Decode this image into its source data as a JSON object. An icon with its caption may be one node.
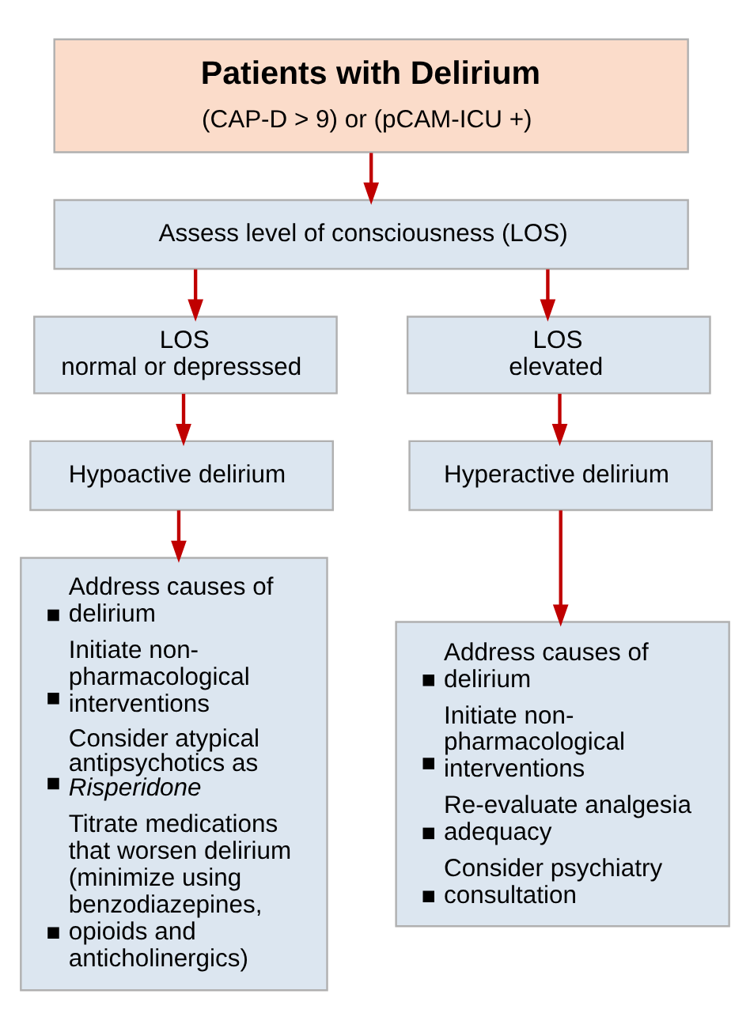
{
  "diagram": {
    "nodes": [
      {
        "text": [
          "Patients with Delirium",
          "(CAP-D > 9) or (pCAM-ICU +)"
        ]
      },
      {
        "text": [
          "Assess level of consciousness (LOS)"
        ]
      },
      {
        "text": [
          "LOS",
          "normal or depresssed"
        ]
      },
      {
        "text": [
          "LOS",
          "elevated"
        ]
      },
      {
        "text": [
          "Hypoactive delirium"
        ]
      },
      {
        "text": [
          "Hyperactive delirium"
        ]
      },
      {
        "text": [
          "Address causes of delirium",
          "Initiate non-pharmacological interventions",
          "Consider atypical antipsychotics as *Risperidone*",
          "Titrate medications that worsen delirium (minimize using benzodiazepines, opioids and anticholinergics)"
        ]
      },
      {
        "text": [
          "Address causes of delirium",
          "Initiate non-pharmacological interventions",
          "Re-evaluate analgesia adequacy",
          "Consider psychiatry consultation"
        ]
      }
    ],
    "edges": [
      {
        "from": 0,
        "to": 1,
        "arrow": "to"
      },
      {
        "from": 1,
        "to": 2,
        "arrow": "to"
      },
      {
        "from": 1,
        "to": 3,
        "arrow": "to"
      },
      {
        "from": 2,
        "to": 4,
        "arrow": "to"
      },
      {
        "from": 3,
        "to": 5,
        "arrow": "to"
      },
      {
        "from": 4,
        "to": 6,
        "arrow": "to"
      },
      {
        "from": 5,
        "to": 7,
        "arrow": "to"
      }
    ]
  }
}
